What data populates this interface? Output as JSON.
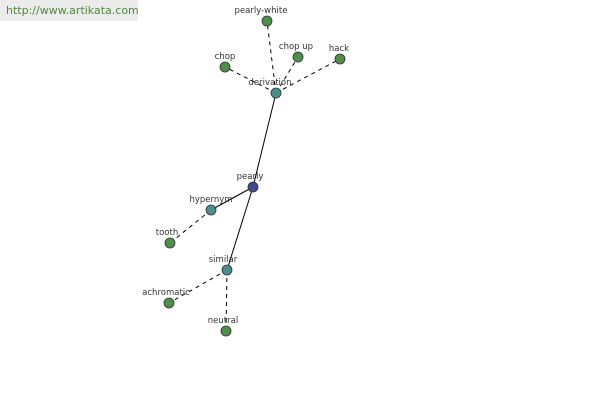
{
  "site": {
    "url_text": "http://www.artikata.com"
  },
  "colors": {
    "center_node": "#3c4b8c",
    "hub_node": "#4a8e8e",
    "leaf_node": "#4f8f4a",
    "node_stroke": "#333333",
    "edge": "#000000",
    "banner_text": "#4f8a3a"
  },
  "nodes": [
    {
      "id": "pearly",
      "label": "pearly",
      "kind": "center"
    },
    {
      "id": "derivation",
      "label": "derivation",
      "kind": "hub"
    },
    {
      "id": "hypernym",
      "label": "hypernym",
      "kind": "hub"
    },
    {
      "id": "similar",
      "label": "similar",
      "kind": "hub"
    },
    {
      "id": "pearly-white",
      "label": "pearly-white",
      "kind": "leaf"
    },
    {
      "id": "chop",
      "label": "chop",
      "kind": "leaf"
    },
    {
      "id": "chop-up",
      "label": "chop up",
      "kind": "leaf"
    },
    {
      "id": "hack",
      "label": "hack",
      "kind": "leaf"
    },
    {
      "id": "tooth",
      "label": "tooth",
      "kind": "leaf"
    },
    {
      "id": "achromatic",
      "label": "achromatic",
      "kind": "leaf"
    },
    {
      "id": "neutral",
      "label": "neutral",
      "kind": "leaf"
    }
  ],
  "edges": [
    {
      "from": "pearly",
      "to": "derivation",
      "style": "solid"
    },
    {
      "from": "pearly",
      "to": "hypernym",
      "style": "solid"
    },
    {
      "from": "pearly",
      "to": "similar",
      "style": "solid"
    },
    {
      "from": "derivation",
      "to": "pearly-white",
      "style": "dashed"
    },
    {
      "from": "derivation",
      "to": "chop",
      "style": "dashed"
    },
    {
      "from": "derivation",
      "to": "chop-up",
      "style": "dashed"
    },
    {
      "from": "derivation",
      "to": "hack",
      "style": "dashed"
    },
    {
      "from": "hypernym",
      "to": "tooth",
      "style": "dashed"
    },
    {
      "from": "similar",
      "to": "achromatic",
      "style": "dashed"
    },
    {
      "from": "similar",
      "to": "neutral",
      "style": "dashed"
    }
  ]
}
